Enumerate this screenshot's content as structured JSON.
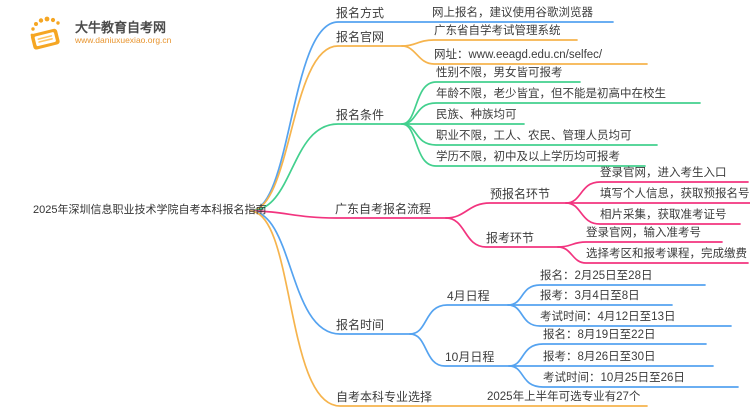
{
  "logo": {
    "name": "大牛教育自考网",
    "url": "www.daniuxuexiao.org.cn",
    "color": "#F5A623",
    "color_light": "#FFC661"
  },
  "colors": {
    "blue": "#55A3F0",
    "orange": "#F6B44D",
    "green": "#43D08E",
    "pink": "#F2347F",
    "text": "#3C3C3C"
  },
  "mindmap": {
    "central": "2025年深圳信息职业技术学院自考本科报名指南",
    "branches": [
      {
        "label": "报名方式",
        "color": "#55A3F0",
        "children": [
          {
            "label": "网上报名，建议使用谷歌浏览器"
          }
        ]
      },
      {
        "label": "报名官网",
        "color": "#F6B44D",
        "children": [
          {
            "label": "广东省自学考试管理系统"
          },
          {
            "label": "网址：www.eeagd.edu.cn/selfec/"
          }
        ]
      },
      {
        "label": "报名条件",
        "color": "#43D08E",
        "children": [
          {
            "label": "性别不限，男女皆可报考"
          },
          {
            "label": "年龄不限，老少皆宜，但不能是初高中在校生"
          },
          {
            "label": "民族、种族均可"
          },
          {
            "label": "职业不限，工人、农民、管理人员均可"
          },
          {
            "label": "学历不限，初中及以上学历均可报考"
          }
        ]
      },
      {
        "label": "广东自考报名流程",
        "color": "#F2347F",
        "children": [
          {
            "label": "预报名环节",
            "children": [
              {
                "label": "登录官网，进入考生入口"
              },
              {
                "label": "填写个人信息，获取预报名号"
              },
              {
                "label": "相片采集，获取准考证号"
              }
            ]
          },
          {
            "label": "报考环节",
            "children": [
              {
                "label": "登录官网，输入准考号"
              },
              {
                "label": "选择考区和报考课程，完成缴费"
              }
            ]
          }
        ]
      },
      {
        "label": "报名时间",
        "color": "#55A3F0",
        "children": [
          {
            "label": "4月日程",
            "children": [
              {
                "label": "报名：2月25日至28日"
              },
              {
                "label": "报考：3月4日至8日"
              },
              {
                "label": "考试时间：4月12日至13日"
              }
            ]
          },
          {
            "label": "10月日程",
            "children": [
              {
                "label": "报名：8月19日至22日"
              },
              {
                "label": "报考：8月26日至30日"
              },
              {
                "label": "考试时间：10月25日至26日"
              }
            ]
          }
        ]
      },
      {
        "label": "自考本科专业选择",
        "color": "#F6B44D",
        "children": [
          {
            "label": "2025年上半年可选专业有27个"
          }
        ]
      }
    ]
  }
}
